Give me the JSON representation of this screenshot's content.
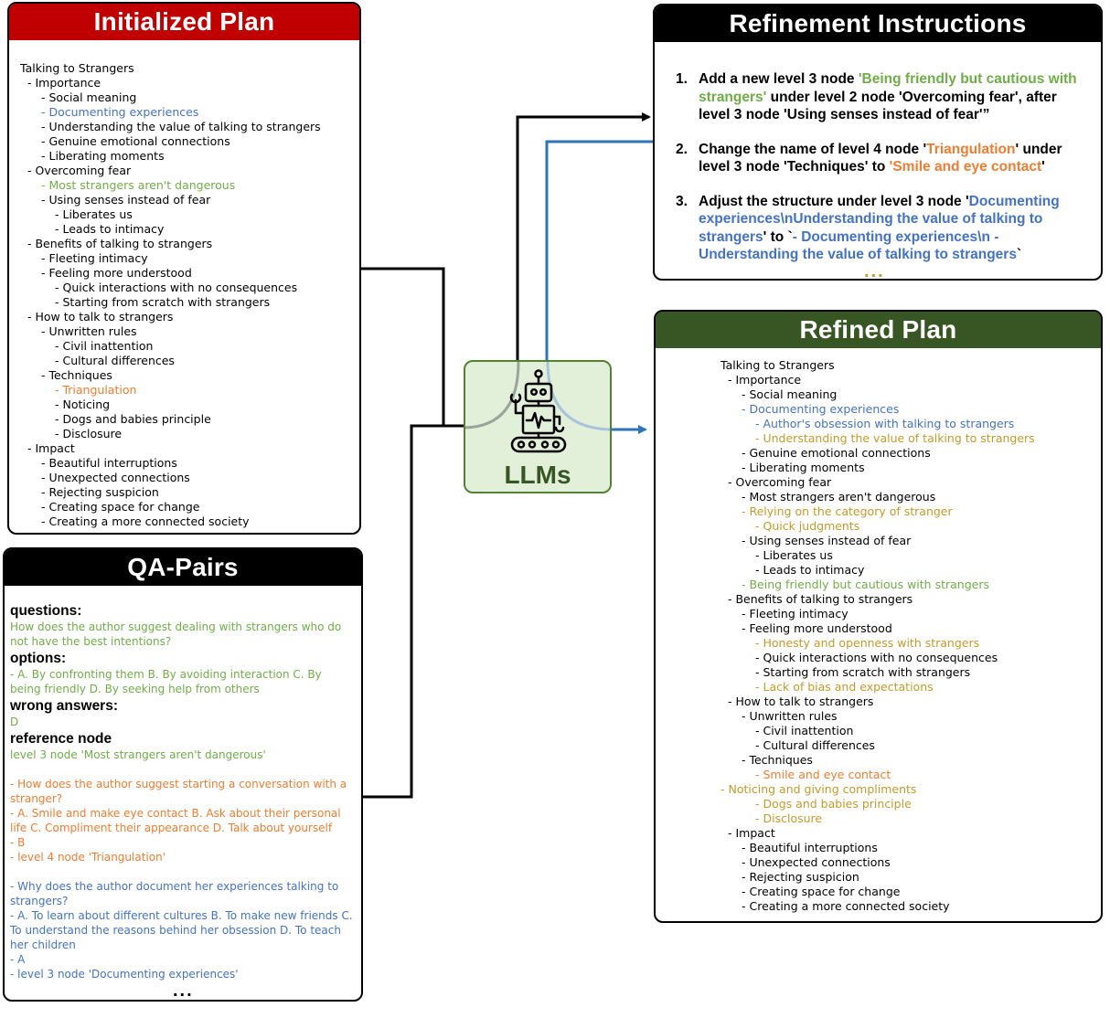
{
  "initialized_plan": {
    "title": "Initialized Plan",
    "colors": {
      "header": "#c00000"
    },
    "nodes": [
      {
        "indent": 0,
        "text": "Talking to Strangers",
        "color": "black"
      },
      {
        "indent": 1,
        "text": "- Importance",
        "color": "black"
      },
      {
        "indent": 2,
        "text": "- Social meaning",
        "color": "black"
      },
      {
        "indent": 2,
        "text": "- Documenting  experiences",
        "color": "blue"
      },
      {
        "indent": 2,
        "text": "- Understanding  the value  of talking to strangers",
        "color": "black"
      },
      {
        "indent": 2,
        "text": "- Genuine  emotional connections",
        "color": "black"
      },
      {
        "indent": 2,
        "text": "- Liberating  moments",
        "color": "black"
      },
      {
        "indent": 1,
        "text": "- Overcoming  fear",
        "color": "black"
      },
      {
        "indent": 2,
        "text": "- Most strangers aren't dangerous",
        "color": "green"
      },
      {
        "indent": 2,
        "text": "- Using senses instead of fear",
        "color": "black"
      },
      {
        "indent": 3,
        "text": "- Liberates us",
        "color": "black"
      },
      {
        "indent": 3,
        "text": "- Leads to intimacy",
        "color": "black"
      },
      {
        "indent": 1,
        "text": "- Benefits  of talking to strangers",
        "color": "black"
      },
      {
        "indent": 2,
        "text": "- Fleeting intimacy",
        "color": "black"
      },
      {
        "indent": 2,
        "text": "- Feeling more understood",
        "color": "black"
      },
      {
        "indent": 3,
        "text": "- Quick interactions with no consequences",
        "color": "black"
      },
      {
        "indent": 3,
        "text": "- Starting from scratch with strangers",
        "color": "black"
      },
      {
        "indent": 1,
        "text": "- How  to talk to strangers",
        "color": "black"
      },
      {
        "indent": 2,
        "text": "- Unwritten  rules",
        "color": "black"
      },
      {
        "indent": 3,
        "text": "- Civil  inattention",
        "color": "black"
      },
      {
        "indent": 3,
        "text": "- Cultural differences",
        "color": "black"
      },
      {
        "indent": 2,
        "text": "- Techniques",
        "color": "black"
      },
      {
        "indent": 3,
        "text": "- Triangulation",
        "color": "orange"
      },
      {
        "indent": 3,
        "text": "- Noticing",
        "color": "black"
      },
      {
        "indent": 3,
        "text": "- Dogs and babies principle",
        "color": "black"
      },
      {
        "indent": 3,
        "text": "- Disclosure",
        "color": "black"
      },
      {
        "indent": 1,
        "text": "- Impact",
        "color": "black"
      },
      {
        "indent": 2,
        "text": "- Beautiful interruptions",
        "color": "black"
      },
      {
        "indent": 2,
        "text": "- Unexpected connections",
        "color": "black"
      },
      {
        "indent": 2,
        "text": "- Rejecting suspicion",
        "color": "black"
      },
      {
        "indent": 2,
        "text": "- Creating space for change",
        "color": "black"
      },
      {
        "indent": 2,
        "text": "- Creating  a more connected society",
        "color": "black"
      }
    ]
  },
  "qa_pairs": {
    "title": "QA-Pairs",
    "colors": {
      "header": "#000000"
    },
    "headings": {
      "questions": "questions:",
      "options": "options:",
      "wrong_answers": "wrong answers:",
      "reference_node": "reference node"
    },
    "first": {
      "question": "How does the author suggest dealing with strangers who do not have the best intentions?",
      "options": " - A. By confronting  them B. By avoiding  interaction C. By being friendly D. By seeking help from others",
      "wrong_answer": "D",
      "reference": "level  3 node 'Most strangers aren't dangerous'"
    },
    "second": {
      "question": "- How does the author suggest starting a conversation  with a stranger?",
      "options": "- A. Smile and make eye contact B. Ask about their personal life C. Compliment their appearance  D. Talk about yourself",
      "wrong_answer": "- B",
      "reference": "-  level  4 node  'Triangulation'"
    },
    "third": {
      "question": "- Why does the author document her experiences talking to strangers?",
      "options": "- A. To learn  about different  cultures B. To make new friends  C. To understand the reasons behind her obsession D. To teach her children",
      "wrong_answer": "- A",
      "reference": "- level  3 node  'Documenting  experiences'"
    },
    "ellipsis": "..."
  },
  "llm": {
    "label": "LLMs",
    "robot_icon": "robot-icon",
    "colors": {
      "fill": "#e2efd9",
      "border": "#548235",
      "text": "#375623"
    }
  },
  "refinement": {
    "title": "Refinement Instructions",
    "colors": {
      "header": "#000000"
    },
    "items": [
      {
        "num": "1.",
        "parts": [
          {
            "text": "Add a new level 3 node ",
            "color": "black"
          },
          {
            "text": "'Being friendly but cautious with strangers'",
            "color": "green"
          },
          {
            "text": " under level 2 node 'Overcoming fear', after level 3 node 'Using senses instead of fear'”",
            "color": "black"
          }
        ]
      },
      {
        "num": "2.",
        "parts": [
          {
            "text": "Change the name of level 4 node '",
            "color": "black"
          },
          {
            "text": "Triangulation",
            "color": "orange"
          },
          {
            "text": "' under level 3 node 'Techniques' to ",
            "color": "black"
          },
          {
            "text": "'Smile and eye contact",
            "color": "orange"
          },
          {
            "text": "'",
            "color": "black"
          }
        ]
      },
      {
        "num": "3.",
        "parts": [
          {
            "text": "Adjust the structure under level 3 node '",
            "color": "black"
          },
          {
            "text": "Documenting experiences\\nUnderstanding the value of talking to strangers",
            "color": "blue"
          },
          {
            "text": "' to `",
            "color": "black"
          },
          {
            "text": "- Documenting experiences\\n    - Understanding the value of talking to strangers",
            "color": "blue"
          },
          {
            "text": "`",
            "color": "black"
          }
        ]
      }
    ],
    "ellipsis": "..."
  },
  "refined_plan": {
    "title": "Refined Plan",
    "colors": {
      "header": "#375623"
    },
    "nodes": [
      {
        "indent": 0,
        "text": "Talking to Strangers",
        "color": "black"
      },
      {
        "indent": 1,
        "text": "- Importance",
        "color": "black"
      },
      {
        "indent": 2,
        "text": "- Social meaning",
        "color": "black"
      },
      {
        "indent": 2,
        "text": "- Documenting  experiences",
        "color": "blue"
      },
      {
        "indent": 3,
        "text": "- Author's obsession with talking to strangers",
        "color": "blue"
      },
      {
        "indent": 3,
        "text": "- Understanding  the value  of talking to strangers",
        "color": "gold"
      },
      {
        "indent": 2,
        "text": "- Genuine  emotional connections",
        "color": "black"
      },
      {
        "indent": 2,
        "text": "- Liberating  moments",
        "color": "black"
      },
      {
        "indent": 1,
        "text": "- Overcoming  fear",
        "color": "black"
      },
      {
        "indent": 2,
        "text": "- Most strangers aren't dangerous",
        "color": "black"
      },
      {
        "indent": 2,
        "text": "- Relying on the category  of stranger",
        "color": "gold"
      },
      {
        "indent": 3,
        "text": "- Quick judgments",
        "color": "gold"
      },
      {
        "indent": 2,
        "text": "- Using senses instead of fear",
        "color": "black"
      },
      {
        "indent": 3,
        "text": "- Liberates us",
        "color": "black"
      },
      {
        "indent": 3,
        "text": "- Leads to intimacy",
        "color": "black"
      },
      {
        "indent": 2,
        "text": "- Being friendly but cautious with strangers",
        "color": "green"
      },
      {
        "indent": 1,
        "text": "- Benefits  of talking to strangers",
        "color": "black"
      },
      {
        "indent": 2,
        "text": "- Fleeting intimacy",
        "color": "black"
      },
      {
        "indent": 2,
        "text": "- Feeling more understood",
        "color": "black"
      },
      {
        "indent": 3,
        "text": "- Honesty and openness  with strangers",
        "color": "gold"
      },
      {
        "indent": 3,
        "text": "- Quick interactions with no consequences",
        "color": "black"
      },
      {
        "indent": 3,
        "text": "- Starting from scratch with strangers",
        "color": "black"
      },
      {
        "indent": 3,
        "text": "- Lack of bias and expectations",
        "color": "gold"
      },
      {
        "indent": 1,
        "text": "- How  to talk to strangers",
        "color": "black"
      },
      {
        "indent": 2,
        "text": "- Unwritten  rules",
        "color": "black"
      },
      {
        "indent": 3,
        "text": "- Civil  inattention",
        "color": "black"
      },
      {
        "indent": 3,
        "text": "- Cultural differences",
        "color": "black"
      },
      {
        "indent": 2,
        "text": "- Techniques",
        "color": "black"
      },
      {
        "indent": 3,
        "text": "- Smile and eye contact",
        "color": "orange"
      },
      {
        "indent": 0,
        "text": "- Noticing and giving  compliments",
        "color": "gold"
      },
      {
        "indent": 3,
        "text": "- Dogs and babies principle",
        "color": "gold"
      },
      {
        "indent": 3,
        "text": "- Disclosure",
        "color": "gold"
      },
      {
        "indent": 1,
        "text": "- Impact",
        "color": "black"
      },
      {
        "indent": 2,
        "text": "- Beautiful interruptions",
        "color": "black"
      },
      {
        "indent": 2,
        "text": "- Unexpected connections",
        "color": "black"
      },
      {
        "indent": 2,
        "text": "- Rejecting suspicion",
        "color": "black"
      },
      {
        "indent": 2,
        "text": "- Creating space for change",
        "color": "black"
      },
      {
        "indent": 2,
        "text": "- Creating  a more connected society",
        "color": "black"
      }
    ]
  },
  "colors": {
    "green": "#70ad47",
    "blue": "#4472c4",
    "orange": "#ed7d31",
    "gold": "#c49a2a",
    "arrow_black": "#000000",
    "arrow_blue": "#2e75b6"
  }
}
